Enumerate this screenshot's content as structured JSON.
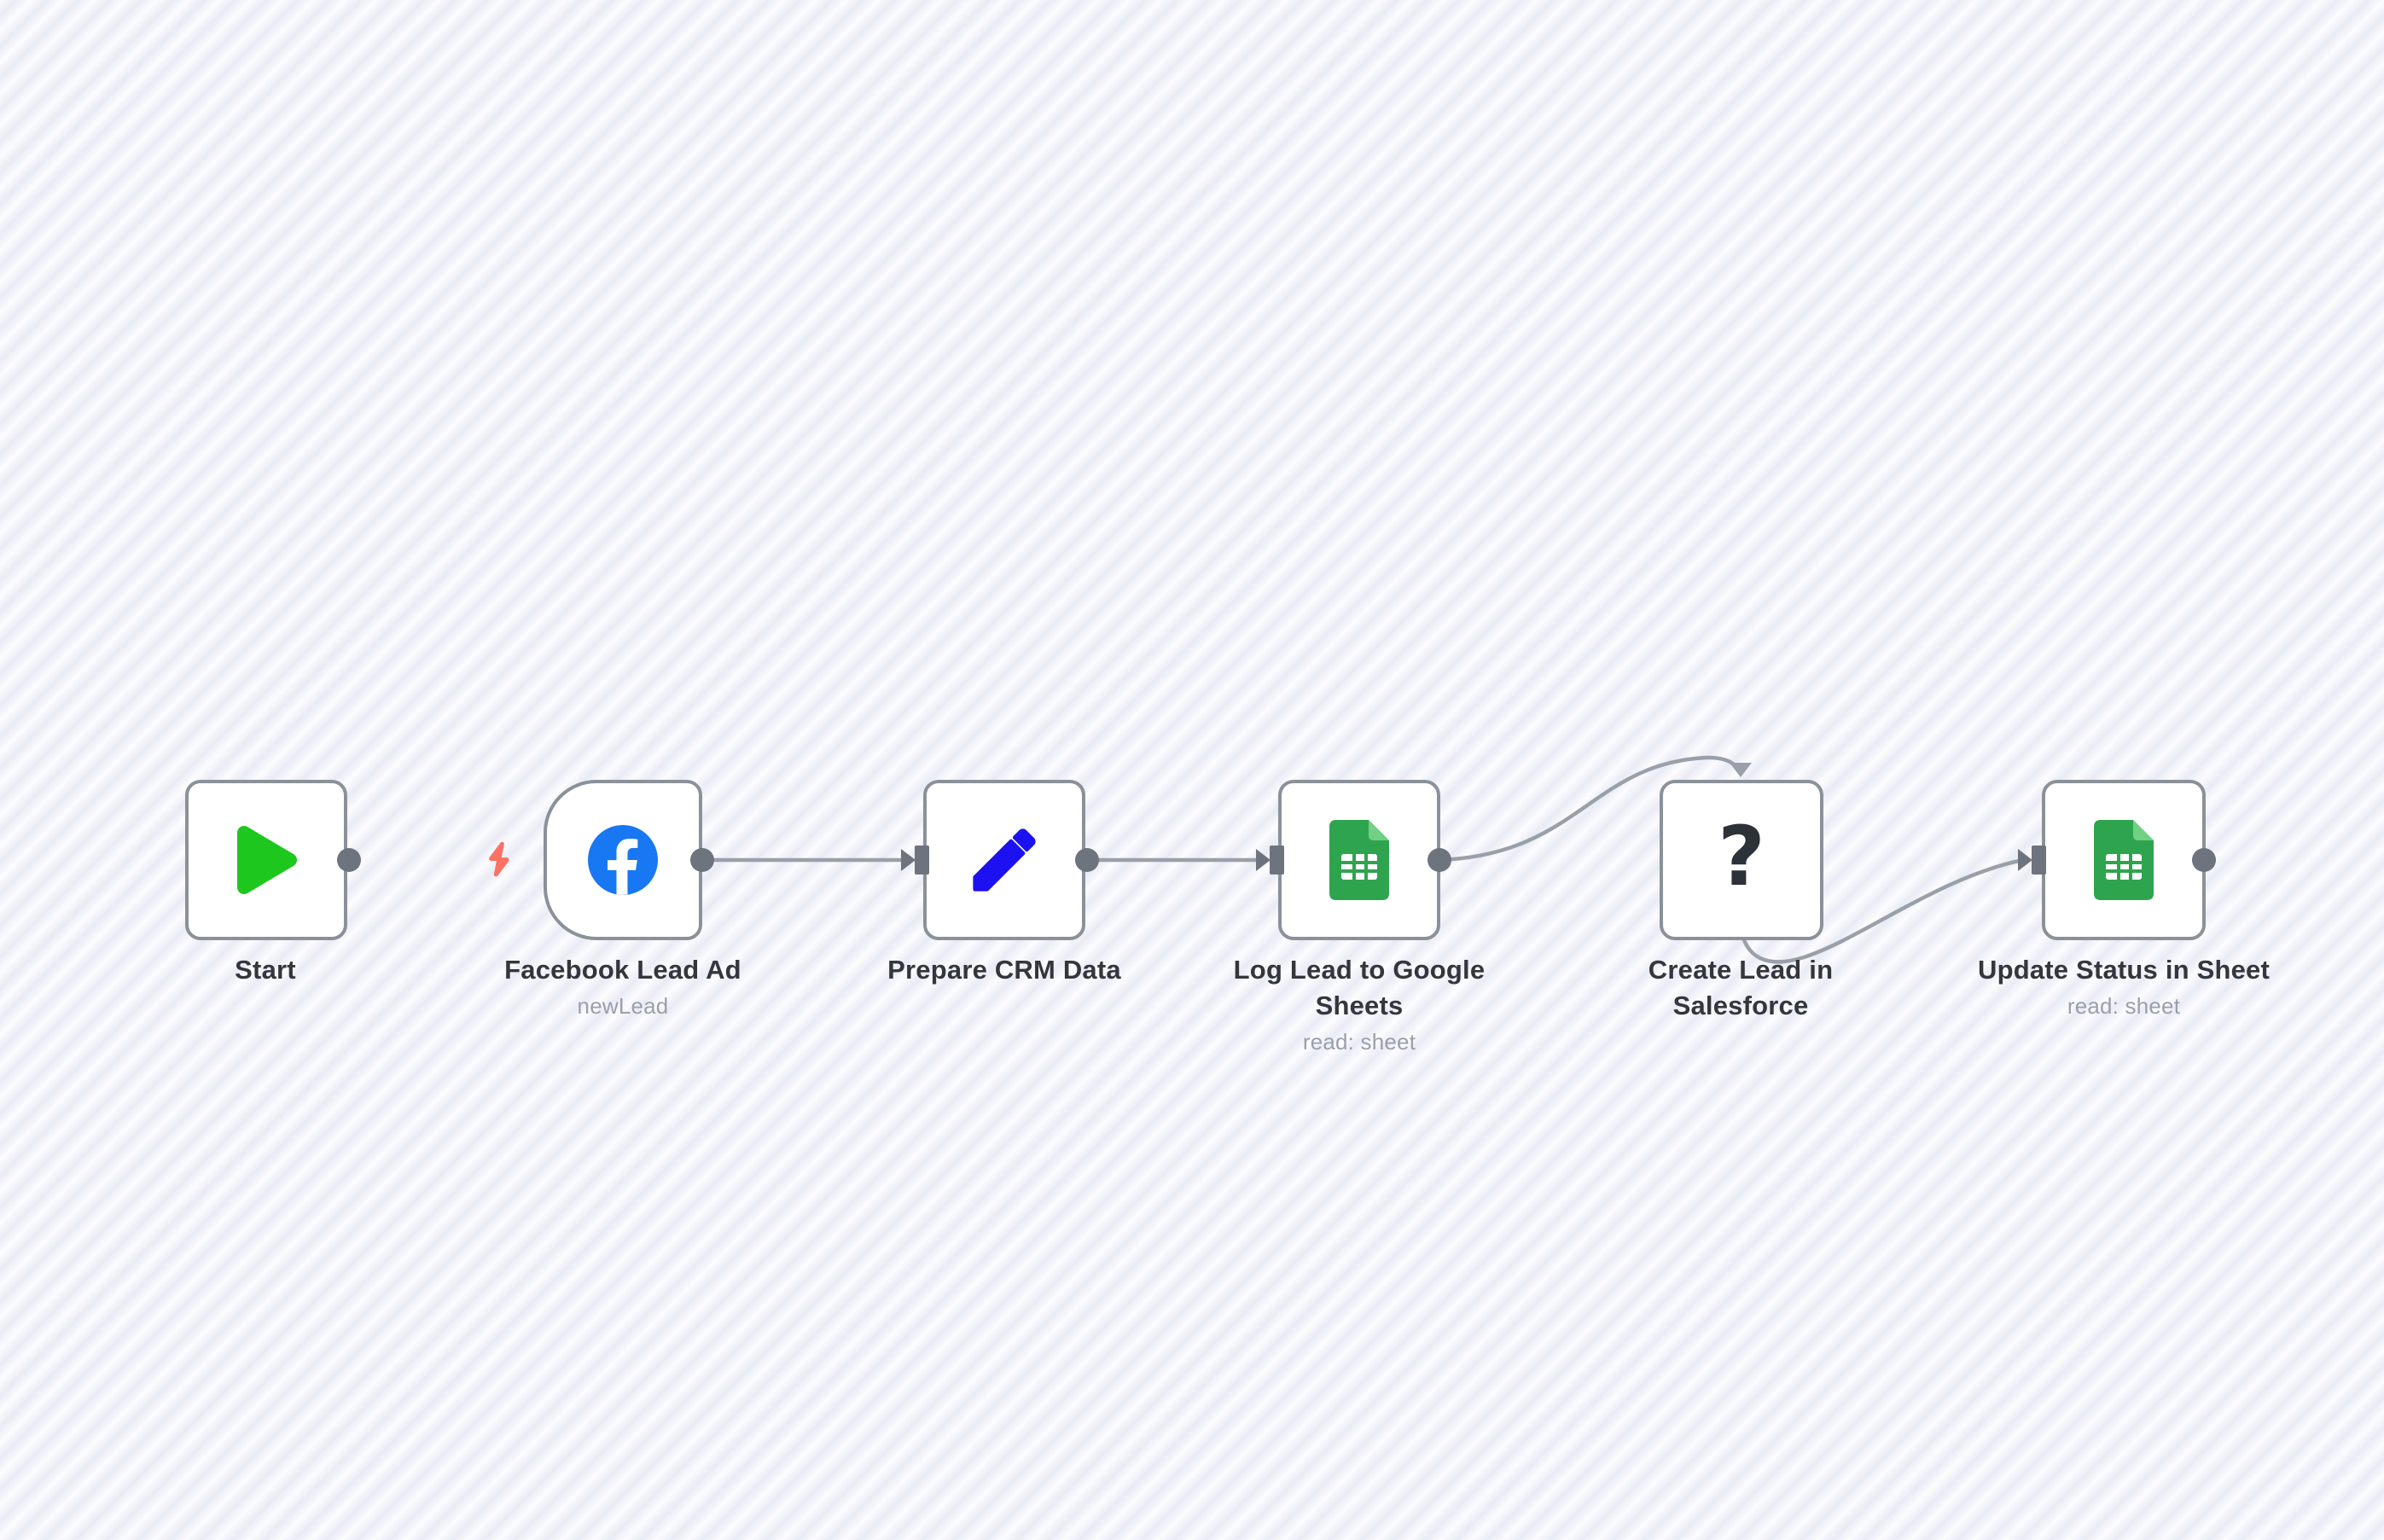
{
  "workflow": {
    "nodes": [
      {
        "id": "start",
        "label": "Start",
        "icon": "play-icon"
      },
      {
        "id": "facebook-lead-ad",
        "label": "Facebook Lead Ad",
        "subtitle": "newLead",
        "icon": "facebook-icon",
        "trigger": true
      },
      {
        "id": "prepare-crm-data",
        "label": "Prepare CRM Data",
        "icon": "pencil-icon"
      },
      {
        "id": "log-lead-to-google-sheets",
        "label": "Log Lead to Google Sheets",
        "subtitle": "read: sheet",
        "icon": "google-sheets-icon"
      },
      {
        "id": "create-lead-in-salesforce",
        "label": "Create Lead in Salesforce",
        "icon": "question-mark-icon",
        "icon_glyph": "?"
      },
      {
        "id": "update-status-in-sheet",
        "label": "Update Status in Sheet",
        "subtitle": "read: sheet",
        "icon": "google-sheets-icon"
      }
    ],
    "connections": [
      {
        "from": "facebook-lead-ad",
        "to": "prepare-crm-data"
      },
      {
        "from": "prepare-crm-data",
        "to": "log-lead-to-google-sheets"
      },
      {
        "from": "log-lead-to-google-sheets",
        "to": "create-lead-in-salesforce",
        "enters": "top"
      },
      {
        "from": "create-lead-in-salesforce",
        "to": "update-status-in-sheet",
        "exits": "bottom"
      }
    ],
    "colors": {
      "canvas_stripe": "#e9ebf5",
      "canvas_base": "#fcfcfe",
      "node_border": "#8b9199",
      "connection_line": "#9aa0a9",
      "port": "#6e747e",
      "label": "#33363b",
      "subtitle": "#9aa0ab",
      "play_green": "#1ec71e",
      "facebook_blue": "#1877f2",
      "pencil_blue": "#1c11f1",
      "sheets_green": "#2fa44e",
      "sheets_fold_green": "#71d083",
      "bolt_coral": "#fb7164",
      "question_dark": "#2d3138"
    }
  }
}
